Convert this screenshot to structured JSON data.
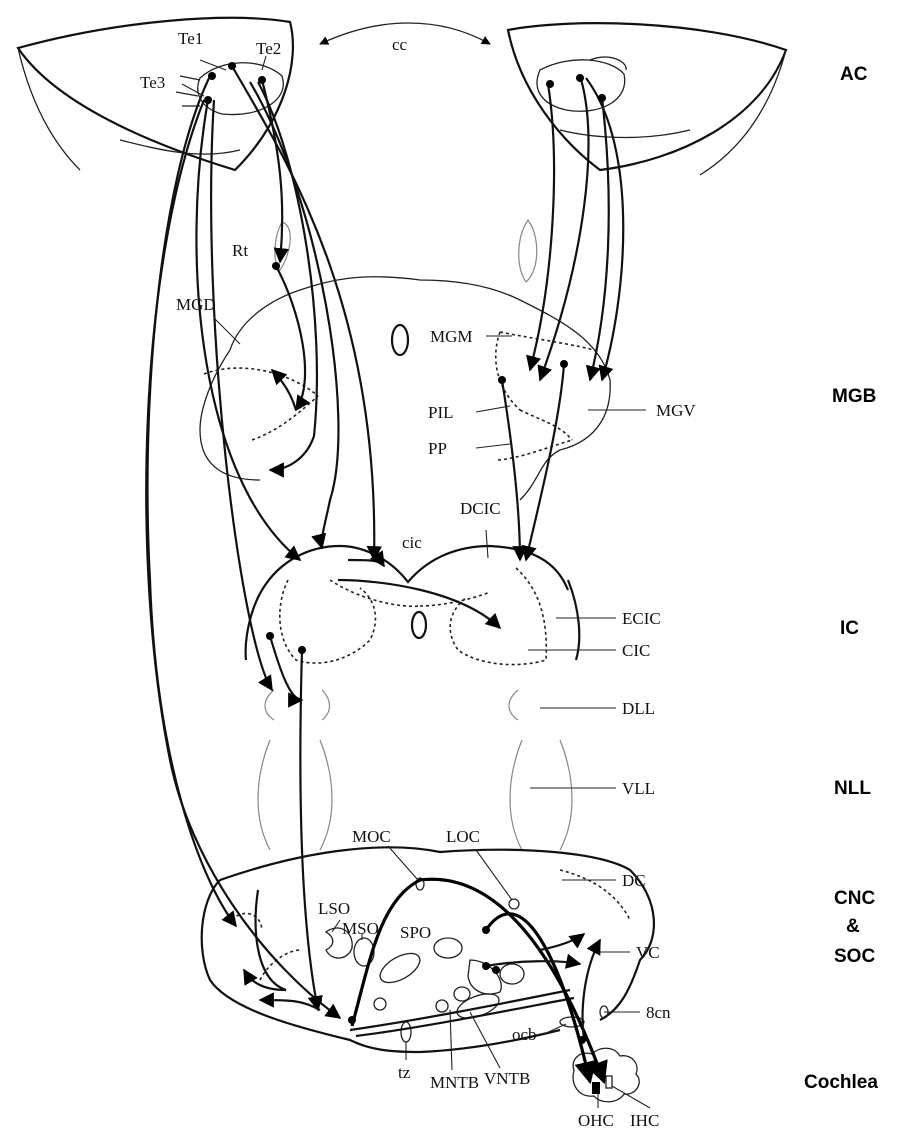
{
  "labels": {
    "te1": "Te1",
    "te2": "Te2",
    "te3": "Te3",
    "cc": "cc",
    "rt": "Rt",
    "mgd": "MGD",
    "mgm": "MGM",
    "pil": "PIL",
    "pp": "PP",
    "mgv": "MGV",
    "dcic": "DCIC",
    "cic_small": "cic",
    "ecic": "ECIC",
    "cic": "CIC",
    "dll": "DLL",
    "vll": "VLL",
    "moc": "MOC",
    "loc": "LOC",
    "dc": "DC",
    "lso": "LSO",
    "mso": "MSO",
    "spo": "SPO",
    "vc": "VC",
    "cn8": "8cn",
    "ocb": "ocb",
    "tz": "tz",
    "mntb": "MNTB",
    "vntb": "VNTB",
    "ohc": "OHC",
    "ihc": "IHC"
  },
  "levels": {
    "ac": "AC",
    "mgb": "MGB",
    "ic": "IC",
    "nll": "NLL",
    "cnc_soc": [
      "CNC",
      "&",
      "SOC"
    ],
    "cochlea": "Cochlea"
  }
}
